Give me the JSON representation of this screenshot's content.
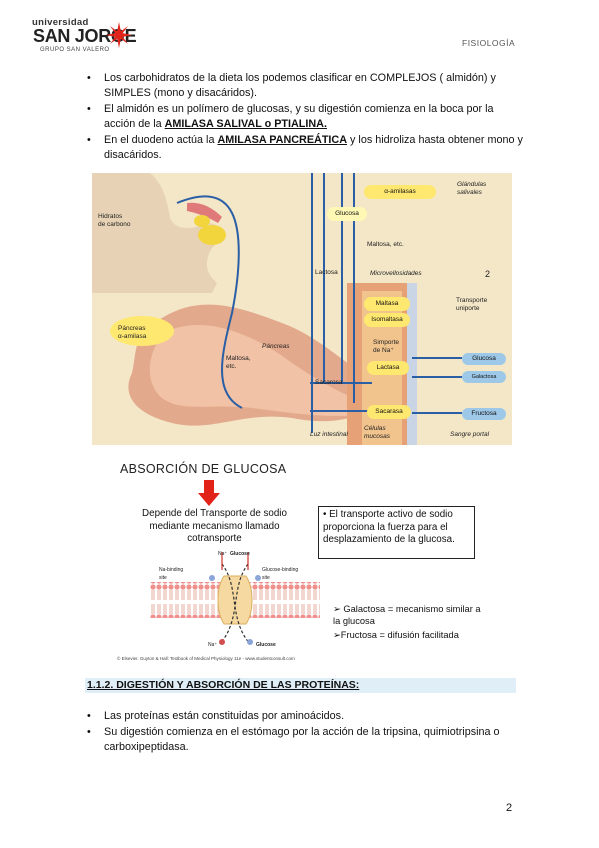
{
  "header": {
    "logo_top": "universidad",
    "logo_main": "SAN JORGE",
    "logo_sub": "GRUPO SAN VALERO",
    "section": "FISIOLOGÍA"
  },
  "bullets_top": [
    {
      "text": "Los carbohidratos de la dieta los podemos clasificar en COMPLEJOS ( almidón) y SIMPLES (mono y disacáridos)."
    },
    {
      "pre": "El almidón es un polímero de glucosas, y su digestión comienza en la boca por la acción de la ",
      "bold": "AMILASA SALIVAL o PTIALINA.",
      "post": ""
    },
    {
      "pre": "En el duodeno actúa la ",
      "bold": "AMILASA PANCREÁTICA",
      "post": " y los hidroliza hasta obtener mono y disacáridos."
    }
  ],
  "fig_digestion": {
    "labels": {
      "hidratos": "Hidratos\nde carbono",
      "amilasas": "α-amilasas",
      "glandulas": "Glándulas\nsalivales",
      "glucosa_top": "Glucosa",
      "maltosa_etc": "Maltosa, etc.",
      "lactosa": "Lactosa",
      "microvellosidades": "Microvellosidades",
      "num": "2",
      "maltasa": "Maltasa",
      "isomaltasa": "Isomaltasa",
      "transporte": "Transporte\nuniporte",
      "pancreas_amilasa": "Páncreas\nα-amilasa",
      "pancreas": "Páncreas",
      "maltosa_pan": "Maltosa,\netc.",
      "simporte": "Simporte\nde Na⁺",
      "glucosa_r": "Glucosa",
      "galactosa_r": "Galactosa",
      "lactasa": "Lactasa",
      "sacarosa_l": "Sacarosa",
      "sacarasa": "Sacarasa",
      "fructosa": "Fructosa",
      "luz": "Luz intestinal",
      "celulas": "Células\nmucosas",
      "sangre": "Sangre portal"
    }
  },
  "fig_glucosa": {
    "title": "ABSORCIÓN DE GLUCOSA",
    "left_text": "Depende del Transporte de sodio mediante mecanismo llamado cotransporte",
    "box_text": "• El transporte activo de sodio proporciona la fuerza para el desplazamiento de la glucosa.",
    "na_site": "Na-binding\nsite",
    "glucose_site": "Glucose-binding\nsite",
    "na_top": "Na⁺",
    "glucose_top": "Glucose",
    "na_bottom": "Na⁺",
    "glucose_bottom": "Glucose",
    "item1": "➢ Galactosa = mecanismo similar a la glucosa",
    "item2": "➢Fructosa = difusión facilitada",
    "caption": "© Elsevier. Guyton & Hall: Textbook of Medical Physiology 11e - www.studentconsult.com"
  },
  "section_title": "1.1.2. DIGESTIÓN Y ABSORCIÓN DE LAS PROTEÍNAS:",
  "bullets_bottom": [
    "Las proteínas están constituidas por aminoácidos.",
    "Su digestión comienza en el estómago por la acción de la tripsina, quimiotripsina o carboxipeptidasa."
  ],
  "page_number": "2",
  "colors": {
    "accent_red": "#e2231a",
    "section_bg": "#dfeef7",
    "figure_bg": "#f3e7c7"
  }
}
